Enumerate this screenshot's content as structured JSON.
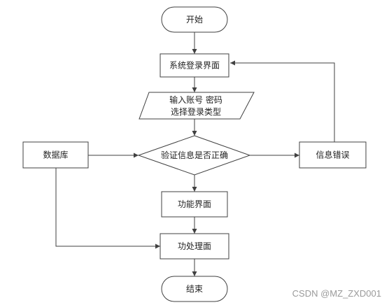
{
  "nodes": {
    "start": "开始",
    "login": "系统登录界面",
    "input_line1": "输入账号 密码",
    "input_line2": "选择登录类型",
    "database": "数据库",
    "verify": "验证信息是否正确",
    "error": "信息错误",
    "function": "功能界面",
    "process": "功处理面",
    "end": "结束"
  },
  "watermark": "CSDN @MZ_ZXD001"
}
